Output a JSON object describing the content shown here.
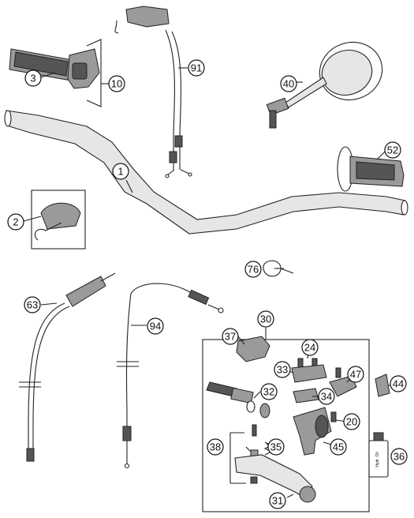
{
  "callouts": {
    "handlebar": "1",
    "handlebar_pad": "2",
    "throttle_grip": "3",
    "throttle_housing": "10",
    "clutch_assembly": "30",
    "lever": "31",
    "piston": "32",
    "clamp_33": "33",
    "cover_34": "34",
    "spring_35": "35",
    "fluid_bottle": "36",
    "reservoir_cap": "37",
    "pin_set": "38",
    "mirror": "40",
    "screw_20": "20",
    "screw_24": "24",
    "ball_joint": "44",
    "master_cylinder": "45",
    "adjuster": "47",
    "left_grip": "52",
    "cable_63": "63",
    "cable_tie": "76",
    "throttle_cable": "91",
    "clutch_cable": "94"
  },
  "bottle_label": "Hydr. Oil"
}
